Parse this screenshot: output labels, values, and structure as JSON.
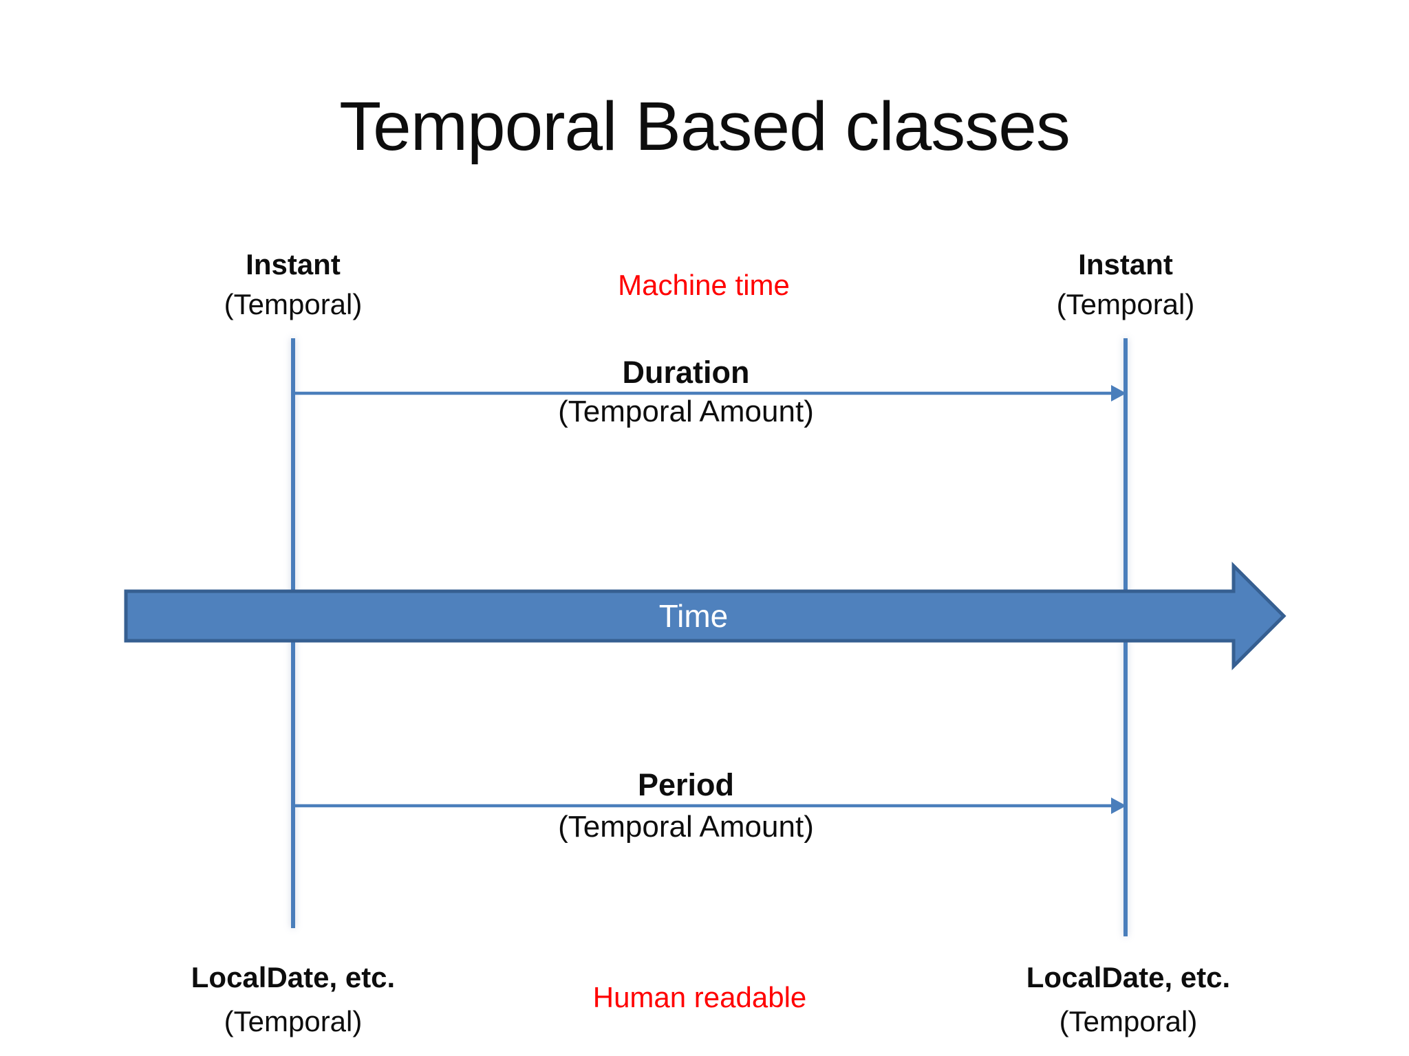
{
  "slide": {
    "title": "Temporal Based classes",
    "machine_time_caption": "Machine time",
    "human_readable_caption": "Human readable",
    "time_axis_label": "Time",
    "top_left": {
      "class_name": "Instant",
      "category": "(Temporal)"
    },
    "top_right": {
      "class_name": "Instant",
      "category": "(Temporal)"
    },
    "duration": {
      "class_name": "Duration",
      "category": "(Temporal Amount)"
    },
    "period": {
      "class_name": "Period",
      "category": "(Temporal Amount)"
    },
    "bottom_left": {
      "class_name": "LocalDate, etc.",
      "category": "(Temporal)"
    },
    "bottom_right": {
      "class_name": "LocalDate, etc.",
      "category": "(Temporal)"
    },
    "colors": {
      "timeline_blue": "#4A7EBB",
      "time_arrow_fill": "#4F81BD",
      "time_arrow_border": "#365F91",
      "caption_red": "#FF0000",
      "text_black": "#111111"
    }
  }
}
